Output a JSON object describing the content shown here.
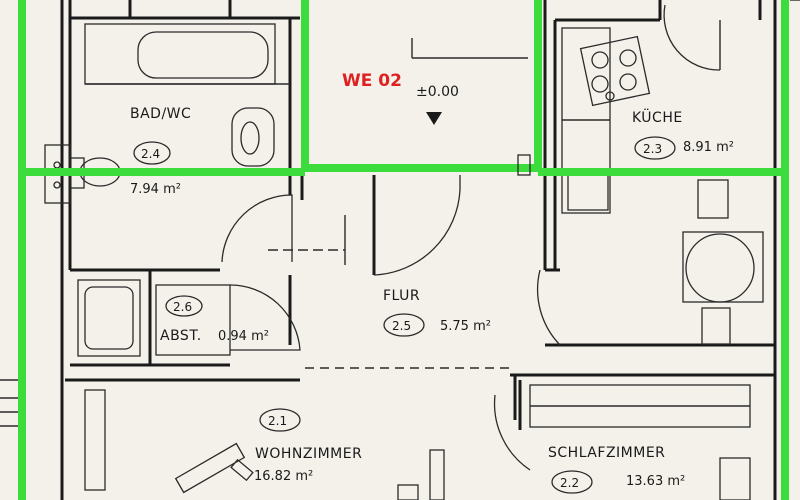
{
  "unit": {
    "label": "WE 02",
    "label_color": "#e02020",
    "level": "±0.00",
    "highlight_color": "#3ddc3d"
  },
  "rooms": {
    "bad": {
      "name": "BAD/WC",
      "no": "2.4",
      "area": "7.94 m²"
    },
    "kueche": {
      "name": "KÜCHE",
      "no": "2.3",
      "area": "8.91 m²"
    },
    "abst": {
      "name": "ABST.",
      "no": "2.6",
      "area": "0.94 m²"
    },
    "flur": {
      "name": "FLUR",
      "no": "2.5",
      "area": "5.75 m²"
    },
    "wohnzimmer": {
      "name": "WOHNZIMMER",
      "no": "2.1",
      "area": "16.82 m²"
    },
    "schlaf": {
      "name": "SCHLAFZIMMER",
      "no": "2.2",
      "area": "13.63 m²"
    }
  }
}
